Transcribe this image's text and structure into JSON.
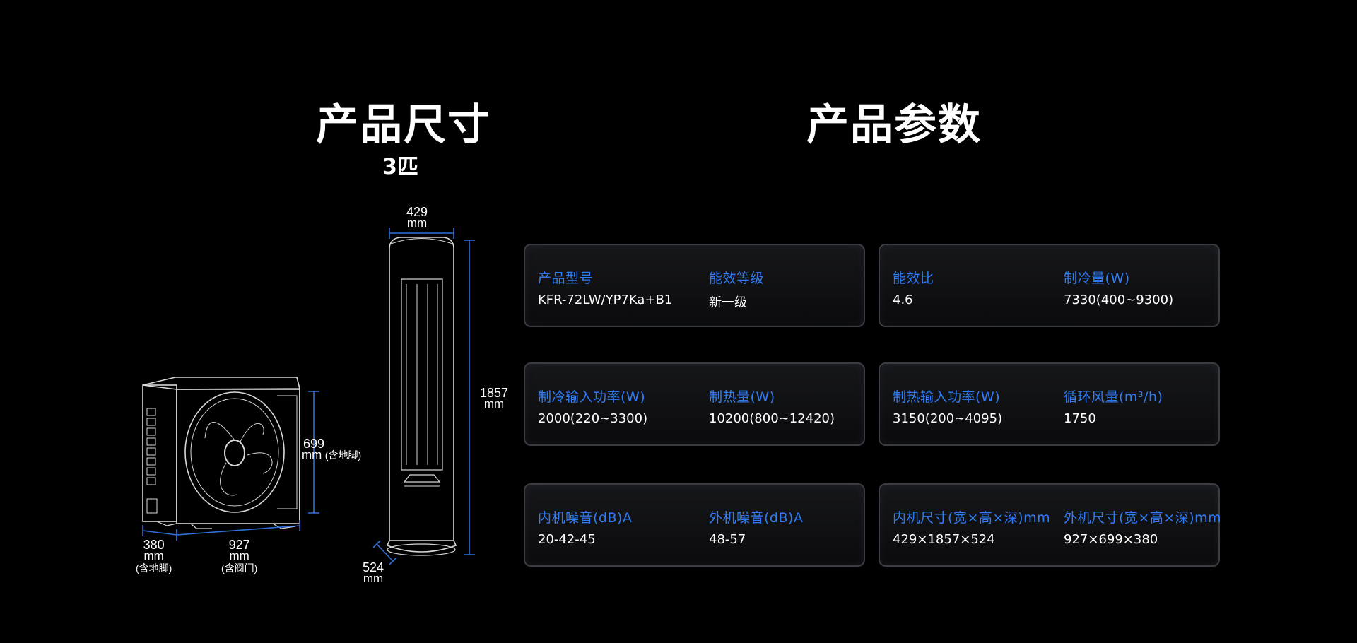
{
  "titles": {
    "dimensions": "产品尺寸",
    "parameters": "产品参数",
    "capacity": "3匹"
  },
  "dimensions": {
    "indoor_width_value": "429",
    "indoor_width_unit": "mm",
    "indoor_height_value": "1857",
    "indoor_height_unit": "mm",
    "indoor_depth_value": "524",
    "indoor_depth_unit": "mm",
    "outdoor_height_value": "699",
    "outdoor_height_unit": "mm",
    "outdoor_height_note": "(含地脚)",
    "outdoor_depth_value": "380",
    "outdoor_depth_unit": "mm",
    "outdoor_depth_note": "(含地脚)",
    "outdoor_width_value": "927",
    "outdoor_width_unit": "mm",
    "outdoor_width_note": "(含阀门)"
  },
  "params": [
    {
      "label1": "产品型号",
      "value1": "KFR-72LW/YP7Ka+B1",
      "label2": "能效等级",
      "value2": "新一级"
    },
    {
      "label1": "能效比",
      "value1": "4.6",
      "label2": "制冷量(W)",
      "value2": "7330(400~9300)"
    },
    {
      "label1": "制冷输入功率(W)",
      "value1": "2000(220~3300)",
      "label2": "制热量(W)",
      "value2": "10200(800~12420)"
    },
    {
      "label1": "制热输入功率(W)",
      "value1": " 3150(200~4095)",
      "label2": "循环风量(m³/h)",
      "value2": "1750"
    },
    {
      "label1": "内机噪音(dB)A",
      "value1": "20-42-45",
      "label2": "外机噪音(dB)A",
      "value2": "48-57"
    },
    {
      "label1": "内机尺寸(宽×高×深)mm",
      "value1": "429×1857×524",
      "label2": "外机尺寸(宽×高×深)mm",
      "value2": "927×699×380"
    }
  ],
  "colors": {
    "accent": "#2f7cf6",
    "dimension_line": "#2f6fd8",
    "background": "#000000",
    "card_border": "#3a3c42"
  }
}
